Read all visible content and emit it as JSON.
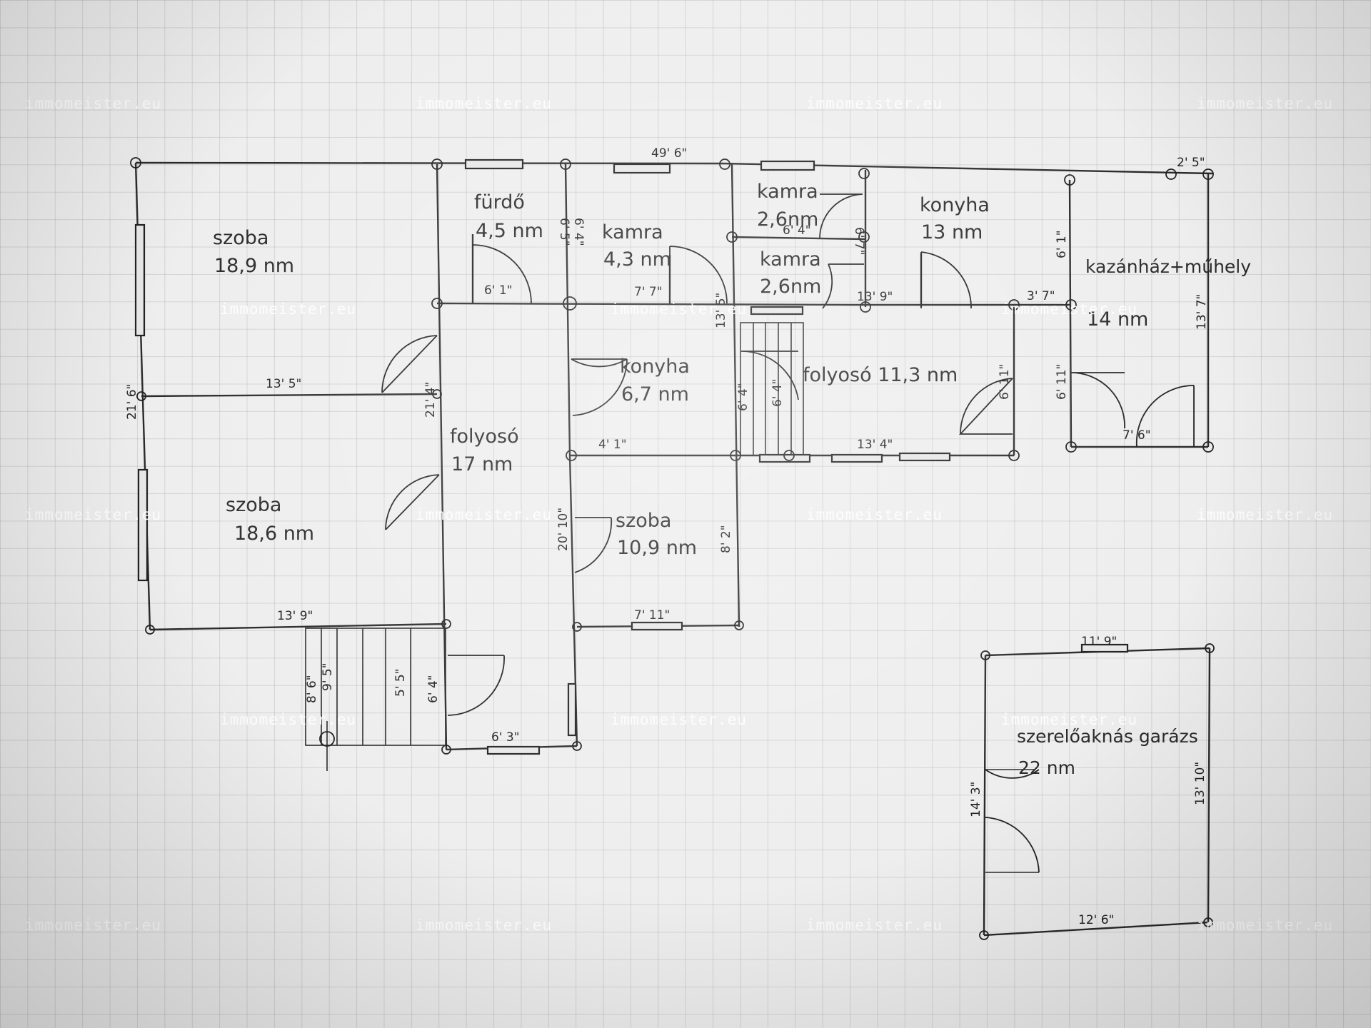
{
  "watermark": "immomeister.eu",
  "rooms": [
    {
      "name": "szoba",
      "area": "18,9 nm"
    },
    {
      "name": "fürdő",
      "area": "4,5 nm"
    },
    {
      "name": "kamra",
      "area": "4,3 nm"
    },
    {
      "name": "kamra",
      "area": "2,6nm"
    },
    {
      "name": "konyha",
      "area": "13 nm"
    },
    {
      "name": "kamra",
      "area": "2,6nm"
    },
    {
      "name": "kazánház+műhely",
      "area": "14 nm"
    },
    {
      "name": "konyha",
      "area": "6,7 nm"
    },
    {
      "name": "folyosó 11,3 nm",
      "area": ""
    },
    {
      "name": "folyosó",
      "area": "17 nm"
    },
    {
      "name": "szoba",
      "area": "18,6 nm"
    },
    {
      "name": "szoba",
      "area": "10,9 nm"
    },
    {
      "name": "szerelőaknás garázs",
      "area": "22 nm"
    }
  ],
  "dimensions": {
    "top_total": "49' 6\"",
    "top_right": "2' 5\"",
    "left_total": "21' 6\"",
    "mid_left_wall": "13' 5\"",
    "furdo_width": "6' 1\"",
    "furdo_height": "6' 4\"",
    "furdo_side": "6' 5\"",
    "kamra_width": "7' 7\"",
    "kamra_small_w": "6' 4\"",
    "kamra_small_h": "6' 7\"",
    "stair_height": "13' 5\"",
    "konyha13_w": "13' 9\"",
    "kazan_w": "3' 7\"",
    "kazan_h1": "6' 1\"",
    "kazan_h2": "6' 11\"",
    "kazan_right": "13' 7\"",
    "kazan_bottom": "7' 6\"",
    "folyoso_right": "6' 11\"",
    "folyoso_bottom": "13' 4\"",
    "konyha67_bottom": "4' 1\"",
    "stair_a": "6' 4\"",
    "stair_b": "6' 4\"",
    "folyoso_height": "21' 4\"",
    "szoba109_left": "20' 10\"",
    "szoba109_right": "8' 2\"",
    "szoba109_bottom": "7' 11\"",
    "bottom_left": "13' 9\"",
    "porch_a": "6' 4\"",
    "porch_b": "5' 5\"",
    "porch_c": "9' 5\"",
    "porch_d": "8' 6\"",
    "porch_bottom": "6' 3\"",
    "garage_top": "11' 9\"",
    "garage_left": "14' 3\"",
    "garage_right": "13' 10\"",
    "garage_bottom": "12' 6\""
  }
}
